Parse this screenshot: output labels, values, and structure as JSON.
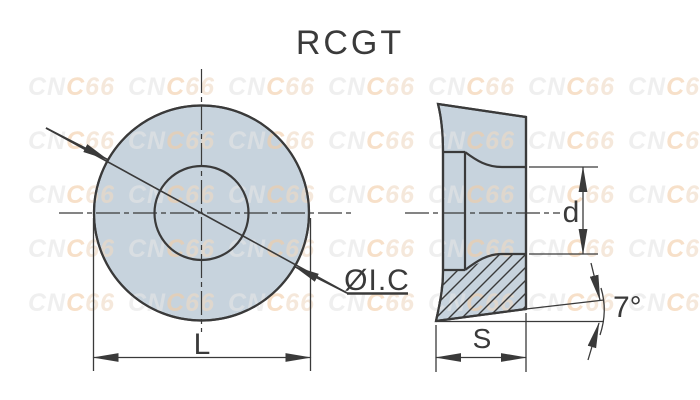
{
  "title": "RCGT",
  "watermark": {
    "text": "CNC66",
    "segments": [
      {
        "text": "CN",
        "color": "#e6e6e6"
      },
      {
        "text": "C",
        "color": "#f3cda6"
      },
      {
        "text": "66",
        "color": "#f0dac4"
      }
    ]
  },
  "colors": {
    "insert_fill": "#c7d3dd",
    "line": "#3a3a3a",
    "background": "#ffffff"
  },
  "front_view": {
    "labels": {
      "diameter_l": "L",
      "inscribed_circle": "ØI.C"
    }
  },
  "side_view": {
    "labels": {
      "hole_diameter": "d",
      "thickness": "S",
      "clearance_angle": "7°"
    }
  }
}
